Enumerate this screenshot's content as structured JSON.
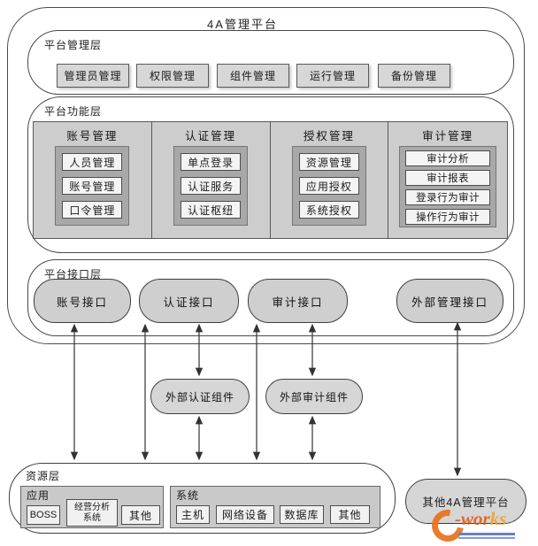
{
  "title": "4A管理平台",
  "management_layer": {
    "label": "平台管理层",
    "buttons": [
      "管理员管理",
      "权限管理",
      "组件管理",
      "运行管理",
      "备份管理"
    ]
  },
  "function_layer": {
    "label": "平台功能层",
    "columns": [
      {
        "title": "账号管理",
        "items": [
          "人员管理",
          "账号管理",
          "口令管理"
        ]
      },
      {
        "title": "认证管理",
        "items": [
          "单点登录",
          "认证服务",
          "认证枢纽"
        ]
      },
      {
        "title": "授权管理",
        "items": [
          "资源管理",
          "应用授权",
          "系统授权"
        ]
      },
      {
        "title": "审计管理",
        "items": [
          "审计分析",
          "审计报表",
          "登录行为审计",
          "操作行为审计"
        ]
      }
    ]
  },
  "interface_layer": {
    "label": "平台接口层",
    "interfaces": [
      "账号接口",
      "认证接口",
      "审计接口",
      "外部管理接口"
    ]
  },
  "external_components": [
    "外部认证组件",
    "外部审计组件"
  ],
  "resource_layer": {
    "label": "资源层",
    "groups": [
      {
        "title": "应用",
        "items": [
          "BOSS",
          "经营分析系统",
          "其他"
        ]
      },
      {
        "title": "系统",
        "items": [
          "主机",
          "网络设备",
          "数据库",
          "其他"
        ]
      }
    ]
  },
  "other_platform": "其他4A管理平台",
  "watermark": {
    "brand": "e-works",
    "part1": "-wor",
    "part2": "ks"
  },
  "colors": {
    "box_fill": "#cdcdcd",
    "inner_box_fill": "#a8a8a8",
    "button_fill": "#f4f4f4",
    "pill_fill": "#cfcfcf",
    "line": "#333333",
    "watermark_orange": "#e2601a",
    "watermark_gold": "#f0a332",
    "watermark_blue": "#5b76c4"
  }
}
